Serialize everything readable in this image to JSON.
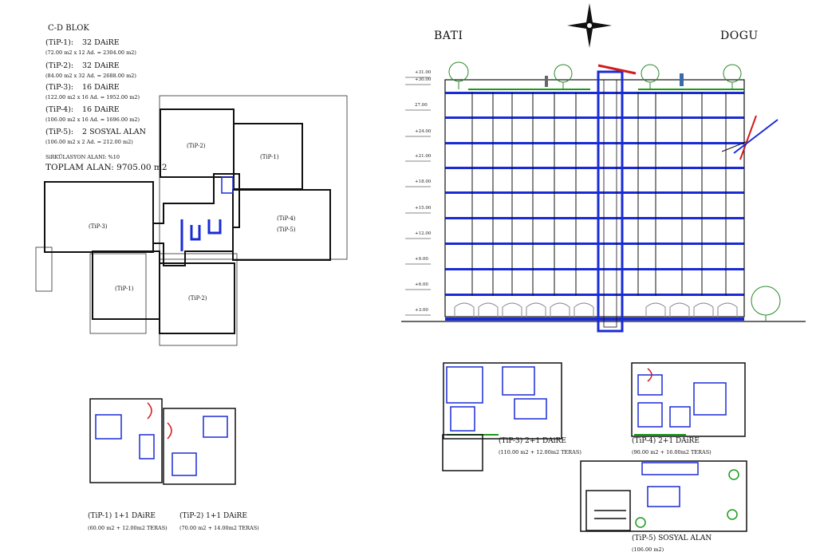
{
  "block": {
    "title": "C-D BLOK",
    "units": [
      {
        "type": "(TiP-1):",
        "count": "32 DAiRE",
        "calc": "(72.00 m2 x 12 Ad. = 2304.00 m2)"
      },
      {
        "type": "(TiP-2):",
        "count": "32 DAiRE",
        "calc": "(84.00 m2 x 32 Ad. = 2688.00 m2)"
      },
      {
        "type": "(TiP-3):",
        "count": "16 DAiRE",
        "calc": "(122.00 m2 x 16 Ad. = 1952.00 m2)"
      },
      {
        "type": "(TiP-4):",
        "count": "16 DAiRE",
        "calc": "(106.00 m2 x 16 Ad. = 1696.00 m2)"
      },
      {
        "type": "(TiP-5):",
        "count": "2 SOSYAL ALAN",
        "calc": "(106.00 m2 x 2 Ad. = 212.00 m2)"
      }
    ],
    "circulation": "SiRKÜLASYON ALANI: %10",
    "total": "TOPLAM ALAN: 9705.00 m2"
  },
  "plan_labels": {
    "tip2_top": "(TiP-2)",
    "tip1_right": "(TiP-1)",
    "tip3_left": "(TiP-3)",
    "tip4": "(TiP-4)",
    "tip5": "(TiP-5)",
    "tip1_bottom": "(TiP-1)",
    "tip2_bottom": "(TiP-2)"
  },
  "section": {
    "west": "BATI",
    "east": "DOGU",
    "levels": [
      "+31.00",
      "+30.00",
      "27.00",
      "+24.00",
      "+21.00",
      "+18.00",
      "+15.00",
      "+12.00",
      "+9.00",
      "+6.00",
      "+3.00"
    ]
  },
  "captions": {
    "tip1_a": "(TiP-1)    1+1 DAiRE",
    "tip1_b": "(60.00 m2 + 12.00m2 TERAS)",
    "tip2_a": "(TiP-2)    1+1 DAiRE",
    "tip2_b": "(70.00 m2 + 14.00m2 TERAS)",
    "tip3_a": "(TiP-3)    2+1 DAiRE",
    "tip3_b": "(110.00 m2 + 12.00m2 TERAS)",
    "tip4_a": "(TiP-4)    2+1 DAiRE",
    "tip4_b": "(90.00 m2 + 16.00m2 TERAS)",
    "tip5_a": "(TiP-5) SOSYAL ALAN",
    "tip5_b": "(106.00 m2)"
  },
  "colors": {
    "wall": "#0a0a0a",
    "structure": "#1a2bd6",
    "accent_red": "#d41a1a",
    "green": "#1a9a1a"
  },
  "icons": [
    "north-arrow-icon",
    "tree-icon",
    "person-icon"
  ]
}
